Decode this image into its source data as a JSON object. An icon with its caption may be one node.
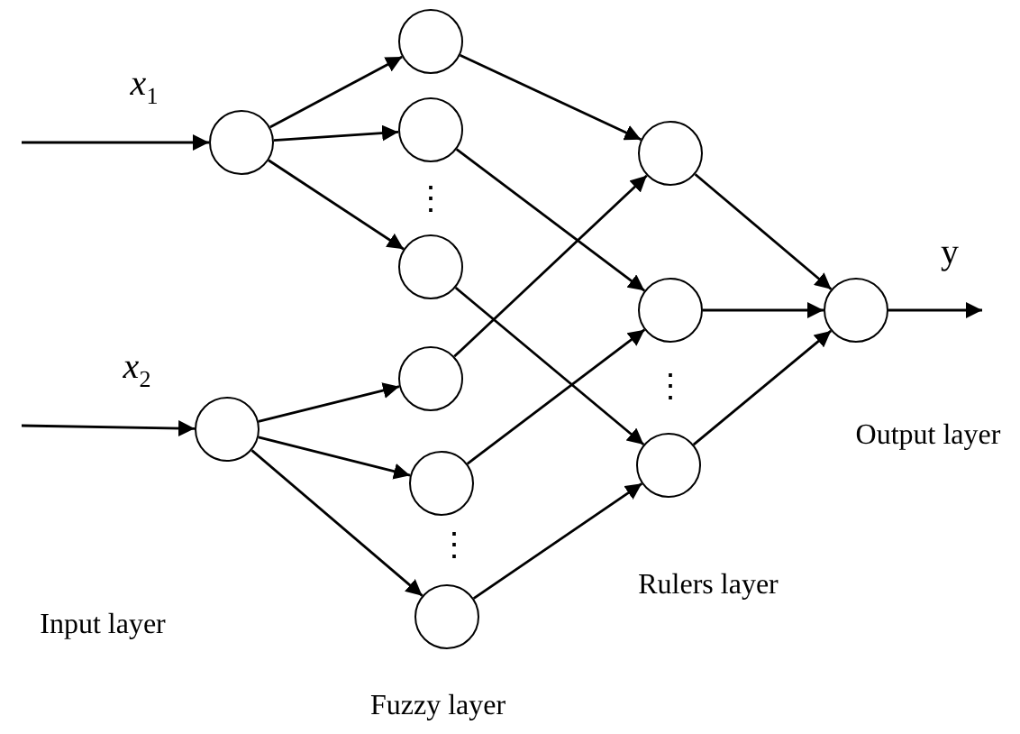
{
  "diagram": {
    "nodes": [
      {
        "text": [],
        "shape": "circle"
      },
      {
        "text": [],
        "shape": "circle"
      },
      {
        "text": [],
        "shape": "circle"
      },
      {
        "text": [],
        "shape": "circle"
      },
      {
        "text": [],
        "shape": "circle"
      },
      {
        "text": [],
        "shape": "circle"
      },
      {
        "text": [],
        "shape": "circle"
      },
      {
        "text": [],
        "shape": "circle"
      },
      {
        "text": [],
        "shape": "circle"
      },
      {
        "text": [],
        "shape": "circle"
      },
      {
        "text": [],
        "shape": "circle"
      },
      {
        "text": [],
        "shape": "circle"
      }
    ],
    "edges": [
      {
        "from": null,
        "to": 0,
        "arrow": "to",
        "label": "x$_{1}$"
      },
      {
        "from": null,
        "to": 1,
        "arrow": "to",
        "label": "x$_{2}$"
      },
      {
        "from": 0,
        "to": 2,
        "arrow": "to"
      },
      {
        "from": 0,
        "to": 3,
        "arrow": "to"
      },
      {
        "from": 0,
        "to": 4,
        "arrow": "to"
      },
      {
        "from": 1,
        "to": 5,
        "arrow": "to"
      },
      {
        "from": 1,
        "to": 6,
        "arrow": "to"
      },
      {
        "from": 1,
        "to": 7,
        "arrow": "to"
      },
      {
        "from": 2,
        "to": 8,
        "arrow": "to"
      },
      {
        "from": 3,
        "to": 9,
        "arrow": "to"
      },
      {
        "from": 4,
        "to": 10,
        "arrow": "to"
      },
      {
        "from": 5,
        "to": 8,
        "arrow": "to"
      },
      {
        "from": 6,
        "to": 9,
        "arrow": "to"
      },
      {
        "from": 7,
        "to": 10,
        "arrow": "to"
      },
      {
        "from": 8,
        "to": 11,
        "arrow": "to"
      },
      {
        "from": 9,
        "to": 11,
        "arrow": "to"
      },
      {
        "from": 10,
        "to": 11,
        "arrow": "to"
      },
      {
        "from": 11,
        "to": null,
        "arrow": "to",
        "label": "y"
      }
    ],
    "labels": [
      "⋮",
      "⋮",
      "⋮",
      "Input layer",
      "Rulers layer",
      "Output layer",
      "Fuzzy layer"
    ]
  }
}
